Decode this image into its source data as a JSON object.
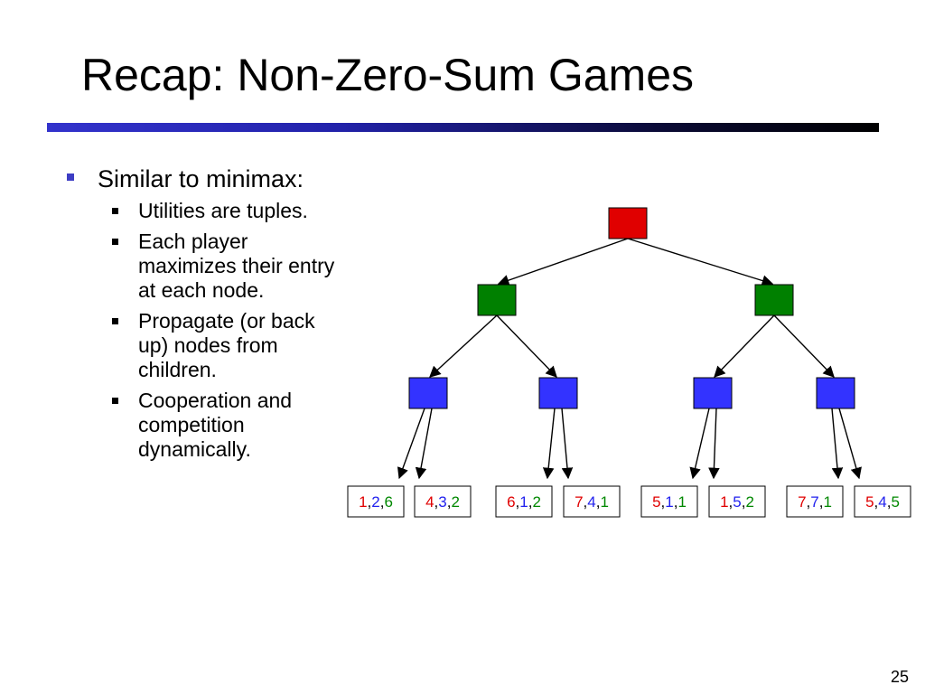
{
  "slide": {
    "title": "Recap: Non-Zero-Sum Games",
    "slide_number": "25"
  },
  "bullets": [
    {
      "text": "Similar to minimax:",
      "sub": [
        "Utilities are tuples.",
        "Each player maximizes their entry at each node.",
        "Propagate (or back up) nodes from children.",
        "Cooperation and competition dynamically."
      ]
    }
  ],
  "colors": {
    "title_rule": "#2222aa",
    "bullet_marker": "#3d3dc4",
    "root_node": "#e00000",
    "level1_node": "#008000",
    "level2_node": "#3333ff",
    "player1_value": "#e00000",
    "player2_value": "#2222ee",
    "player3_value": "#008800"
  },
  "tree": {
    "root": {
      "color_key": "root_node"
    },
    "level1_color_key": "level1_node",
    "level2_color_key": "level2_node",
    "leaves": [
      {
        "values": [
          "1",
          "2",
          "6"
        ]
      },
      {
        "values": [
          "4",
          "3",
          "2"
        ]
      },
      {
        "values": [
          "6",
          "1",
          "2"
        ]
      },
      {
        "values": [
          "7",
          "4",
          "1"
        ]
      },
      {
        "values": [
          "5",
          "1",
          "1"
        ]
      },
      {
        "values": [
          "1",
          "5",
          "2"
        ]
      },
      {
        "values": [
          "7",
          "7",
          "1"
        ]
      },
      {
        "values": [
          "5",
          "4",
          "5"
        ]
      }
    ]
  }
}
